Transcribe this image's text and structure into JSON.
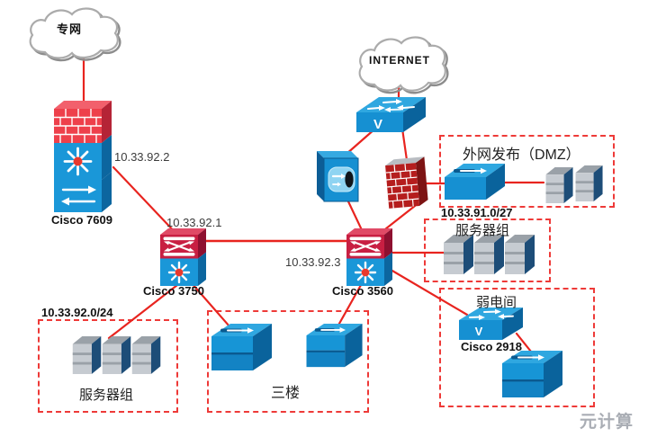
{
  "diagram": {
    "clouds": {
      "private": {
        "label": "专网"
      },
      "internet": {
        "label": "INTERNET"
      }
    },
    "devices": {
      "cisco7609": {
        "name": "Cisco 7609",
        "ip": "10.33.92.2"
      },
      "cisco3750": {
        "name": "Cisco 3750",
        "ip": "10.33.92.1"
      },
      "cisco3560": {
        "name": "Cisco 3560",
        "ip": "10.33.92.3"
      },
      "cisco2918": {
        "name": "Cisco 2918"
      }
    },
    "zones": {
      "dmz": {
        "title": "外网发布（DMZ）",
        "subnet": "10.33.91.0/27"
      },
      "server_group_right": {
        "title": "服务器组"
      },
      "weak_room": {
        "title": "弱电间"
      },
      "third_floor": {
        "title": "三楼"
      },
      "server_group_left": {
        "title": "服务器组",
        "subnet": "10.33.92.0/24"
      }
    },
    "icon_marks": {
      "v_mark": "V"
    },
    "watermark": "元计算",
    "connections": [
      {
        "from": "专网",
        "to": "Cisco 7609"
      },
      {
        "from": "Cisco 7609",
        "to": "Cisco 3750"
      },
      {
        "from": "Cisco 3750",
        "to": "Cisco 3560"
      },
      {
        "from": "INTERNET",
        "to": "internet-switch"
      },
      {
        "from": "internet-switch",
        "to": "security-appliance"
      },
      {
        "from": "internet-switch",
        "to": "firewall"
      },
      {
        "from": "security-appliance",
        "to": "Cisco 3560"
      },
      {
        "from": "firewall",
        "to": "Cisco 3560"
      },
      {
        "from": "firewall",
        "to": "dmz-switch"
      },
      {
        "from": "dmz-switch",
        "to": "dmz-servers"
      },
      {
        "from": "Cisco 3560",
        "to": "server-group-right"
      },
      {
        "from": "Cisco 3560",
        "to": "Cisco 2918"
      },
      {
        "from": "Cisco 2918",
        "to": "weak-room-switch"
      },
      {
        "from": "Cisco 3750",
        "to": "third-floor-switch-left"
      },
      {
        "from": "Cisco 3560",
        "to": "third-floor-switch-right"
      },
      {
        "from": "Cisco 3750",
        "to": "server-group-left"
      }
    ],
    "colors": {
      "link": "#e8241f",
      "zone_border": "#ee3a38",
      "device_blue": "#1795d6",
      "device_red": "#c81f42",
      "firewall_brick": "#b51d1d",
      "server_navy": "#1d4d78",
      "watermark_gray": "#a9adb4"
    }
  }
}
